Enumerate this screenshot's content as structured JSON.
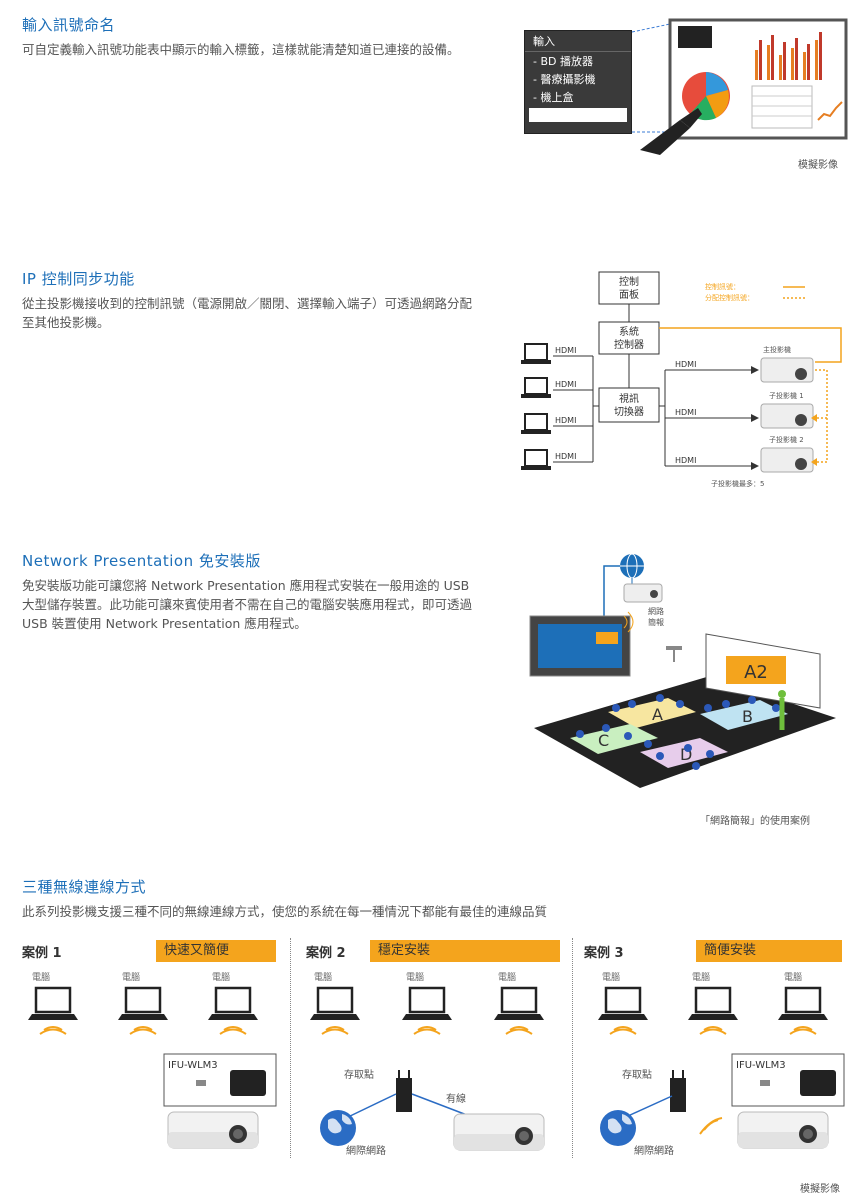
{
  "sections": {
    "s1": {
      "title": "輸入訊號命名",
      "desc": "可自定義輸入訊號功能表中顯示的輸入標籤，這樣就能清楚知道已連接的設備。",
      "menu_title": "輸入",
      "menu_items": [
        "- BD 播放器",
        "- 醫療攝影機",
        "- 機上盒"
      ],
      "caption": "模擬影像"
    },
    "s2": {
      "title": "IP 控制同步功能",
      "desc": "從主投影機接收到的控制訊號（電源開啟／關閉、選擇輸入端子）可透過網路分配至其他投影機。",
      "control_panel": [
        "控制",
        "面板"
      ],
      "system_controller": [
        "系統",
        "控制器"
      ],
      "video_switcher": [
        "視訊",
        "切換器"
      ],
      "hdmi": "HDMI",
      "legend_control": "控制訊號：",
      "legend_distribution": "分配控制訊號：",
      "main_projector": "主投影機",
      "sub_projector_1": "子投影機 1",
      "sub_projector_2": "子投影機 2",
      "max_sub": "子投影機最多：5"
    },
    "s3": {
      "title": "Network Presentation 免安裝版",
      "desc": "免安裝版功能可讓您將 Network Presentation 應用程式安裝在一般用途的 USB 大型儲存裝置。此功能可讓來賓使用者不需在自己的電腦安裝應用程式，即可透過 USB 裝置使用 Network Presentation 應用程式。",
      "net_label": [
        "網路",
        "簡報"
      ],
      "screen_text": "A2",
      "zone_labels": [
        "A",
        "B",
        "C",
        "D"
      ],
      "caption": "「網路簡報」的使用案例"
    },
    "s4": {
      "title": "三種無線連線方式",
      "desc": "此系列投影機支援三種不同的無線連線方式，使您的系統在每一種情況下都能有最佳的連線品質",
      "cases": [
        {
          "label": "案例 1",
          "tag": "快速又簡便",
          "pcs": [
            "電腦",
            "電腦",
            "電腦"
          ],
          "module": "IFU-WLM3"
        },
        {
          "label": "案例 2",
          "tag": "穩定安裝",
          "pcs": [
            "電腦",
            "電腦",
            "電腦"
          ],
          "ap": "存取點",
          "wired": "有線",
          "internet": "網際網路"
        },
        {
          "label": "案例 3",
          "tag": "簡便安裝",
          "pcs": [
            "電腦",
            "電腦",
            "電腦"
          ],
          "ap": "存取點",
          "internet": "網際網路",
          "module": "IFU-WLM3"
        }
      ],
      "caption": "模擬影像"
    }
  },
  "colors": {
    "heading": "#1d6fb8",
    "accent": "#f4a41d",
    "dark": "#333333"
  }
}
